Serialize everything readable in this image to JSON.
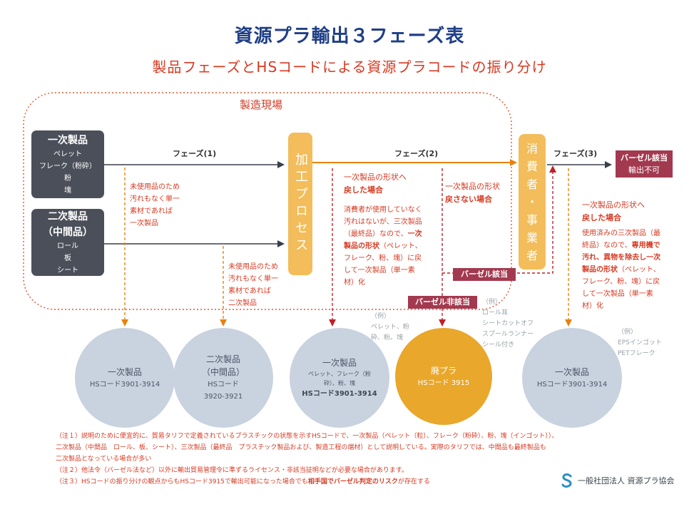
{
  "title": "資源プラ輸出３フェーズ表",
  "subtitle": "製品フェーズとHSコードによる資源プラコードの振り分け",
  "zone_label": "製造現場",
  "sources": {
    "primary": {
      "title": "一次製品",
      "lines": [
        "ペレット",
        "フレーク（粉砕）",
        "粉",
        "塊"
      ]
    },
    "secondary": {
      "title": "二次製品",
      "sub": "（中間品）",
      "lines": [
        "ロール",
        "板",
        "シート"
      ]
    }
  },
  "process_bar": "加工プロセス",
  "consumer_bar": [
    "消",
    "費",
    "者",
    "・",
    "事",
    "業",
    "者"
  ],
  "phases": [
    "フェーズ(1)",
    "フェーズ(2)",
    "フェーズ(3)"
  ],
  "tags": {
    "applicable": "バーゼル該当",
    "export_ban": "輸出不可",
    "basel_applicable": "バーゼル該当",
    "basel_not_applicable": "バーゼル非該当"
  },
  "notes": {
    "n1": [
      "未使用品のため",
      "汚れもなく単一",
      "素材であれば",
      "一次製品"
    ],
    "n2": [
      "未使用品のため",
      "汚れもなく単一",
      "素材であれば",
      "二次製品"
    ],
    "n3_head": [
      "一次製品の形状へ",
      "戻した場合"
    ],
    "n3_body": [
      "消費者が使用していなく",
      "汚れはないが、三次製品",
      "（最終品）なので、"
    ],
    "n3_bold": [
      "一次",
      "製品の形状"
    ],
    "n3_tail": [
      "（ペレット、",
      "フレーク、粉、塊）に戻",
      "して一次製品（単一素",
      "材）化"
    ],
    "n4_head": "一次製品の形状",
    "n4_bold": "戻さない場合",
    "n5_head": [
      "一次製品の形状へ",
      "戻した場合"
    ],
    "n5_body": [
      "使用済みの三次製品（最",
      "終品）なので、"
    ],
    "n5_bold": [
      "専用機で",
      "汚れ、異物を除去し一次",
      "製品の形状"
    ],
    "n5_tail": [
      "（ペレット、",
      "フレーク、粉、塊）に戻",
      "して一次製品（単一素",
      "材）化"
    ]
  },
  "examples": {
    "ex1": [
      "（例）",
      "ペレット、粉",
      "砕、粉。塊"
    ],
    "ex2": [
      "（例）",
      "ロール耳",
      "シートカットオフ",
      "スプールランナー",
      "シール付き"
    ],
    "ex3": [
      "（例）",
      "EPSインゴット",
      "PETフレーク"
    ]
  },
  "circles": {
    "c1": {
      "title": "一次製品",
      "code": "HSコード3901-3914"
    },
    "c2": {
      "title": "二次製品",
      "sub": "（中間品）",
      "code1": "HSコード",
      "code2": "3920-3921"
    },
    "c3": {
      "title": "一次製品",
      "s1": "ペレット、フレーク（粉",
      "s2": "砕）、粉、塊",
      "code": "HSコード3901-3914"
    },
    "c4": {
      "title": "廃プラ",
      "code": "HSコード 3915"
    },
    "c5": {
      "title": "一次製品",
      "code": "HSコード3901-3914"
    }
  },
  "footnotes": [
    "（注１）説明のために便宜的に、貿易タリフで定義されているプラスチックの状態を示すHSコードで、一次製品（ペレット（粒）、フレーク（粉砕）、粉、塊（インゴット））、",
    "二次製品（中間品　ロール、板、シート）、三次製品（最終品　プラスチック製品および、製造工程の端材）として説明している。実際のタリフでは、中間品も最終製品も",
    "二次製品となっている場合が多い",
    "（注２）他法令（バーゼル法など）以外に輸出貿易管理令に準ずるライセンス・非該当証明などが必要な場合があります。"
  ],
  "footnote3_pre": "（注３）HSコードの振り分けの観点からもHSコード3915で輸出可能になった場合でも",
  "footnote3_bold": "相手国でバーゼル判定のリスク",
  "footnote3_post": "が存在する",
  "org_name": "一般社団法人 資源プラ協会",
  "colors": {
    "navy": "#1f3f86",
    "red": "#d63a22",
    "orange": "#e8820f",
    "dark_box": "#4b4f59",
    "bar": "#f2bd5a",
    "circle": "#c9d2df",
    "circle_accent": "#e9a72b",
    "tag": "#a3394f"
  }
}
